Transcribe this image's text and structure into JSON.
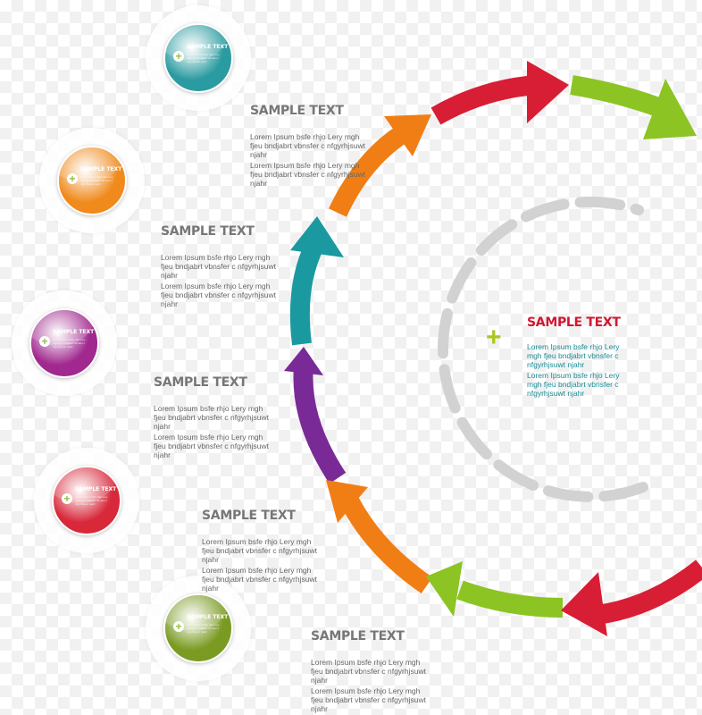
{
  "steps": [
    {
      "title": "SAMPLE TEXT",
      "lorem1": "Lorem Ipsum bsfe rhjo Lery mgh fjeu bndjabrt vbnsfer c nfgyrhjsuwt njahr",
      "lorem2": "Lorem Ipsum bsfe rhjo Lery mgh fjeu bndjabrt vbnsfer c nfgyrhjsuwt njahr",
      "badge_title": "SAMPLE TEXT",
      "color": "#2a9ba0"
    },
    {
      "title": "SAMPLE TEXT",
      "lorem1": "Lorem Ipsum bsfe rhjo Lery mgh fjeu bndjabrt vbnsfer c nfgyrhjsuwt njahr",
      "lorem2": "Lorem Ipsum bsfe rhjo Lery mgh fjeu bndjabrt vbnsfer c nfgyrhjsuwt njahr",
      "badge_title": "SAMPLE TEXT",
      "color": "#f08a1c"
    },
    {
      "title": "SAMPLE TEXT",
      "lorem1": "Lorem Ipsum bsfe rhjo Lery mgh fjeu bndjabrt vbnsfer c nfgyrhjsuwt njahr",
      "lorem2": "Lorem Ipsum bsfe rhjo Lery mgh fjeu bndjabrt vbnsfer c nfgyrhjsuwt njahr",
      "badge_title": "SAMPLE TEXT",
      "color": "#a0288e"
    },
    {
      "title": "SAMPLE TEXT",
      "lorem1": "Lorem Ipsum bsfe rhjo Lery mgh fjeu bndjabrt vbnsfer c nfgyrhjsuwt njahr",
      "lorem2": "Lorem Ipsum bsfe rhjo Lery mgh fjeu bndjabrt vbnsfer c nfgyrhjsuwt njahr",
      "badge_title": "SAMPLE TEXT",
      "color": "#d8283a"
    },
    {
      "title": "SAMPLE TEXT",
      "lorem1": "Lorem Ipsum bsfe rhjo Lery mgh fjeu bndjabrt vbnsfer c nfgyrhjsuwt njahr",
      "lorem2": "Lorem Ipsum bsfe rhjo Lery mgh fjeu bndjabrt vbnsfer c nfgyrhjsuwt njahr",
      "badge_title": "SAMPLE TEXT",
      "color": "#7a9a22"
    }
  ],
  "center": {
    "title": "SAMPLE TEXT",
    "lorem1": "Lorem Ipsum bsfe rhjo Lery mgh fjeu bndjabrt vbnsfer c nfgyrhjsuwt njahr",
    "lorem2": "Lorem Ipsum bsfe rhjo Lery mgh fjeu bndjabrt vbnsfer c nfgyrhjsuwt njahr",
    "plus": "+"
  },
  "badge_plus": "+",
  "arrow_colors": {
    "red": "#d81e35",
    "green": "#8cc424",
    "orange": "#f07e14",
    "teal": "#1a9aa0",
    "purple": "#7a2a96",
    "gray": "#cfcfcf"
  }
}
